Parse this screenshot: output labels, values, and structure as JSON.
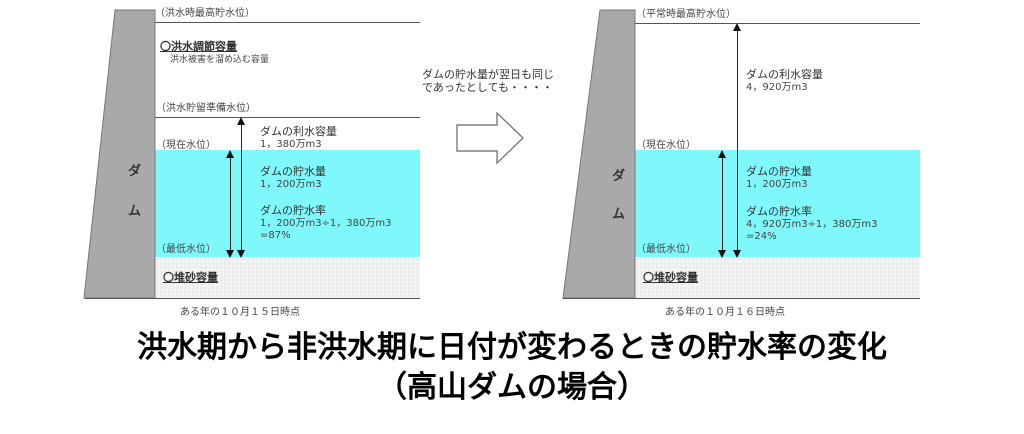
{
  "left": {
    "flood_max_level": "（洪水時最高貯水位）",
    "flood_control_capacity": "〇洪水調節容量",
    "flood_control_desc": "洪水被害を溜め込む容量",
    "flood_standby_level": "（洪水貯留準備水位）",
    "current_level": "（現在水位）",
    "min_level": "（最低水位）",
    "usable_capacity_label": "ダムの利水容量",
    "usable_capacity_value": "1，380万m3",
    "storage_label": "ダムの貯水量",
    "storage_value": "1，200万m3",
    "rate_label": "ダムの貯水率",
    "rate_formula": "1，200万m3÷1，380万m3",
    "rate_value": "=87%",
    "sediment_capacity": "〇堆砂容量",
    "dam_char_1": "ダ",
    "dam_char_2": "ム",
    "caption": "ある年の１０月１５日時点"
  },
  "middle": {
    "note_line1": "ダムの貯水量が翌日も同じ",
    "note_line2": "であったとしても・・・・"
  },
  "right": {
    "normal_max_level": "（平常時最高貯水位）",
    "current_level": "（現在水位）",
    "min_level": "（最低水位）",
    "usable_capacity_label": "ダムの利水容量",
    "usable_capacity_value": "4，920万m3",
    "storage_label": "ダムの貯水量",
    "storage_value": "1，200万m3",
    "rate_label": "ダムの貯水率",
    "rate_formula": "4，920万m3÷1，380万m3",
    "rate_value": "=24%",
    "sediment_capacity": "〇堆砂容量",
    "dam_char_1": "ダ",
    "dam_char_2": "ム",
    "caption": "ある年の１０月１６日時点"
  },
  "title": {
    "line1": "洪水期から非洪水期に日付が変わるときの貯水率の変化",
    "line2": "（高山ダムの場合）"
  },
  "colors": {
    "water": "#7ff8fb",
    "dam": "#a9a9a9"
  }
}
